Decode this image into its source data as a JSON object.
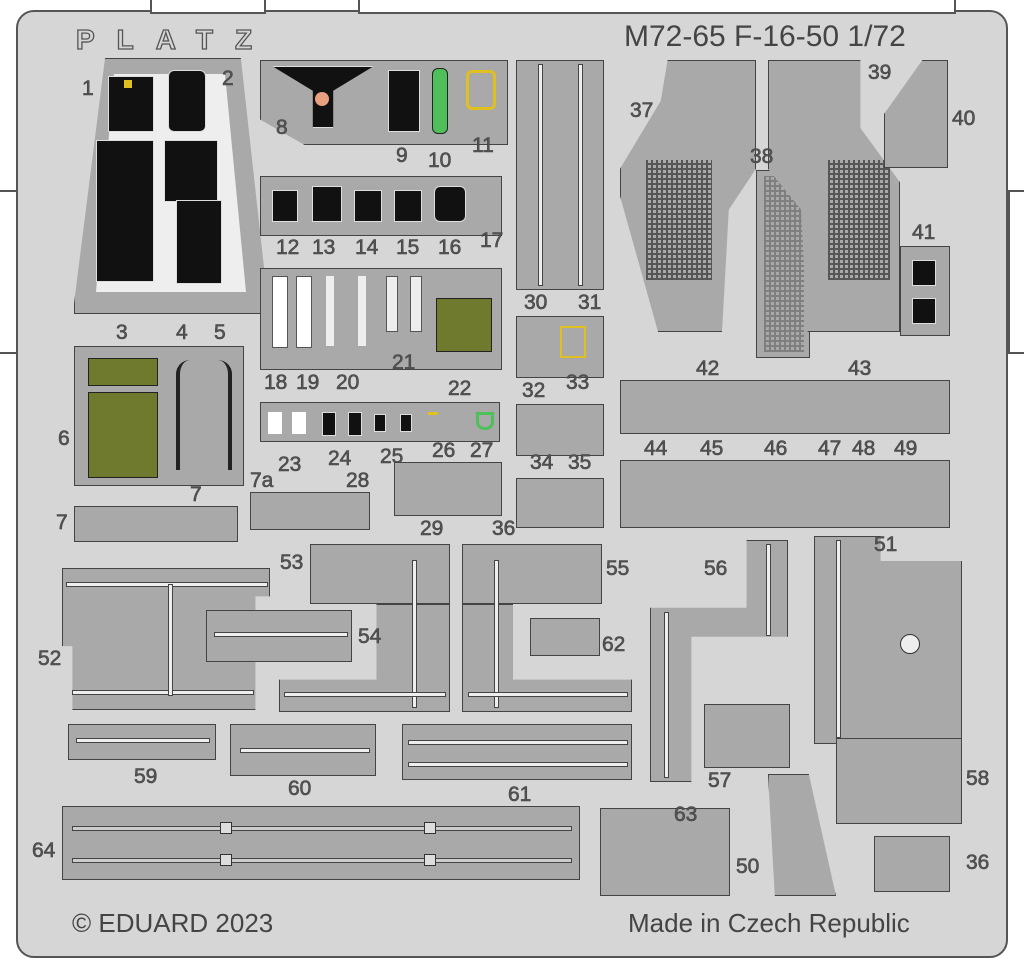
{
  "header": {
    "brand": "PLATZ",
    "title": "M72-65 F-16-50 1/72"
  },
  "footer": {
    "copyright": "© EDUARD 2023",
    "origin": "Made in Czech Republic"
  },
  "parts": {
    "p1": "1",
    "p2": "2",
    "p3": "3",
    "p4": "4",
    "p5": "5",
    "p6": "6",
    "p7a": "7a",
    "p7": "7",
    "p8": "8",
    "p9": "9",
    "p10": "10",
    "p11": "11",
    "p12": "12",
    "p13": "13",
    "p14": "14",
    "p15": "15",
    "p16": "16",
    "p17": "17",
    "p18": "18",
    "p19": "19",
    "p20": "20",
    "p21": "21",
    "p22": "22",
    "p23": "23",
    "p24": "24",
    "p25": "25",
    "p26": "26",
    "p27": "27",
    "p28": "28",
    "p29": "29",
    "p30": "30",
    "p31": "31",
    "p32": "32",
    "p33": "33",
    "p34": "34",
    "p35": "35",
    "p36": "36",
    "p37": "37",
    "p38": "38",
    "p39": "39",
    "p40": "40",
    "p41": "41",
    "p42": "42",
    "p43": "43",
    "p44": "44",
    "p45": "45",
    "p46": "46",
    "p47": "47",
    "p48": "48",
    "p49": "49",
    "p50": "50",
    "p51": "51",
    "p52": "52",
    "p53": "53",
    "p54": "54",
    "p55": "55",
    "p56": "56",
    "p57": "57",
    "p58": "58",
    "p59": "59",
    "p60": "60",
    "p61": "61",
    "p62": "62",
    "p63": "63",
    "p64": "64"
  },
  "colors": {
    "fret": "#d6d6d6",
    "part": "#a9a9a9",
    "seat_pad": "#6f7a2f",
    "instrument": "#111111",
    "accent_yellow": "#e0c020",
    "accent_green": "#4fbf5a"
  }
}
